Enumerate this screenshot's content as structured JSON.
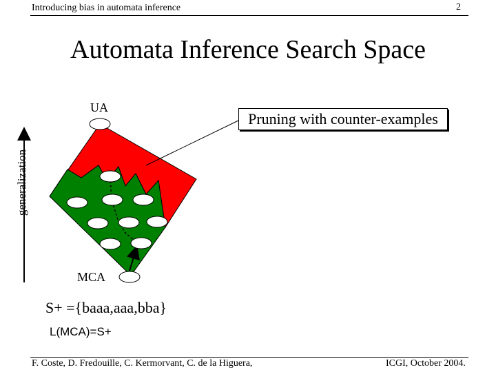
{
  "header": {
    "text": "Introducing bias in automata inference",
    "page_number": "2"
  },
  "slide": {
    "title": "Automata Inference Search Space"
  },
  "diagram": {
    "top_label": "UA",
    "bottom_label": "MCA",
    "axis_label": "generalization",
    "callout": "Pruning with counter-examples",
    "colors": {
      "pruned_region": "#ff0000",
      "remaining_region": "#008000",
      "node_fill": "#ffffff",
      "outline": "#000000"
    }
  },
  "sample": {
    "positive_set": "S+ ={baaa,aaa,bba}",
    "equation": "L(MCA)=S+"
  },
  "footer": {
    "authors": "F. Coste, D. Fredouille, C. Kermorvant, C. de la Higuera,",
    "venue": "ICGI, October 2004."
  }
}
